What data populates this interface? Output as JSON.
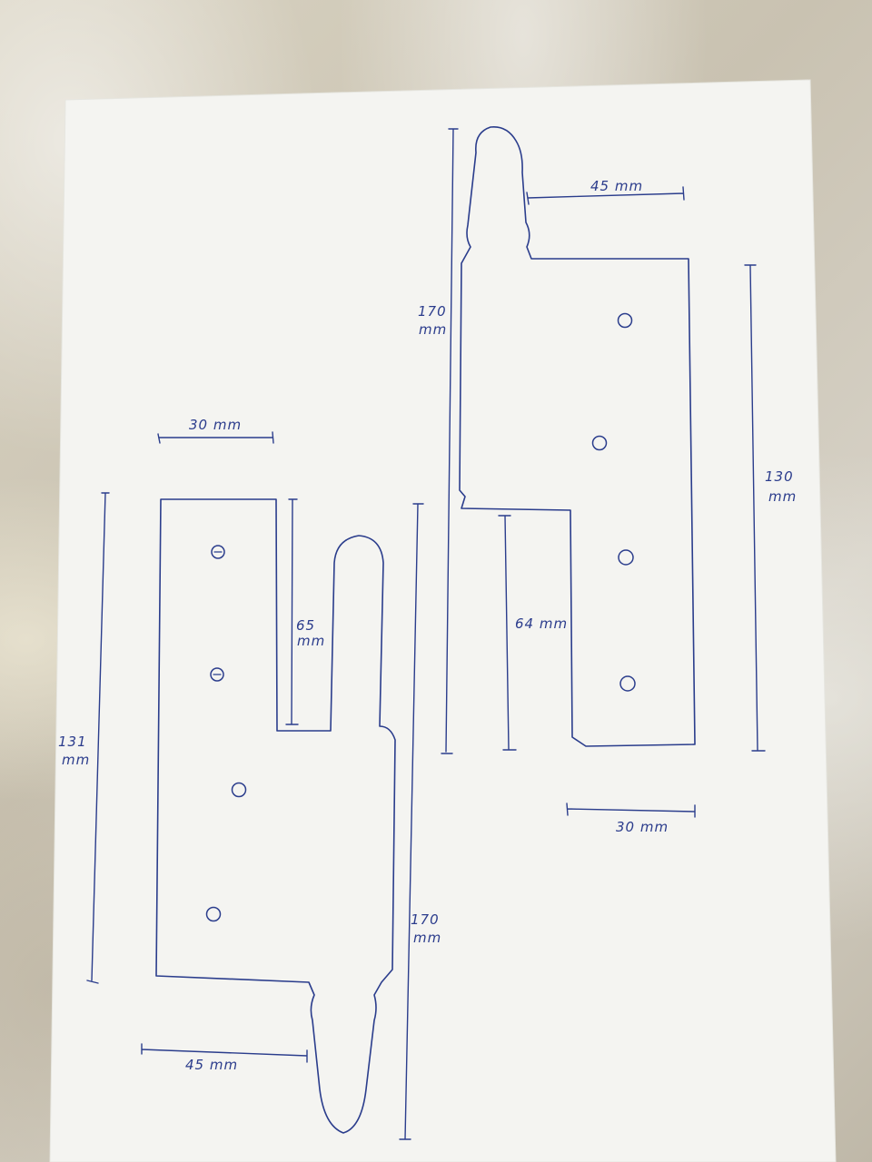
{
  "colors": {
    "paper": "#f4f4f1",
    "ink": "#2b3c8c",
    "background": "#cfc9bb"
  },
  "diagram": {
    "left_hinge": {
      "width_label": "30 mm",
      "leaf_length_label": [
        "131",
        "mm"
      ],
      "gap_label": [
        "65",
        "mm"
      ],
      "total_length_label": [
        "170",
        "mm"
      ],
      "knuckle_label": "45 mm"
    },
    "right_hinge": {
      "knuckle_label": "45 mm",
      "total_length_label": [
        "170",
        "mm"
      ],
      "leaf_length_label": [
        "130",
        "mm"
      ],
      "gap_label": "64 mm",
      "width_label": "30 mm"
    }
  }
}
